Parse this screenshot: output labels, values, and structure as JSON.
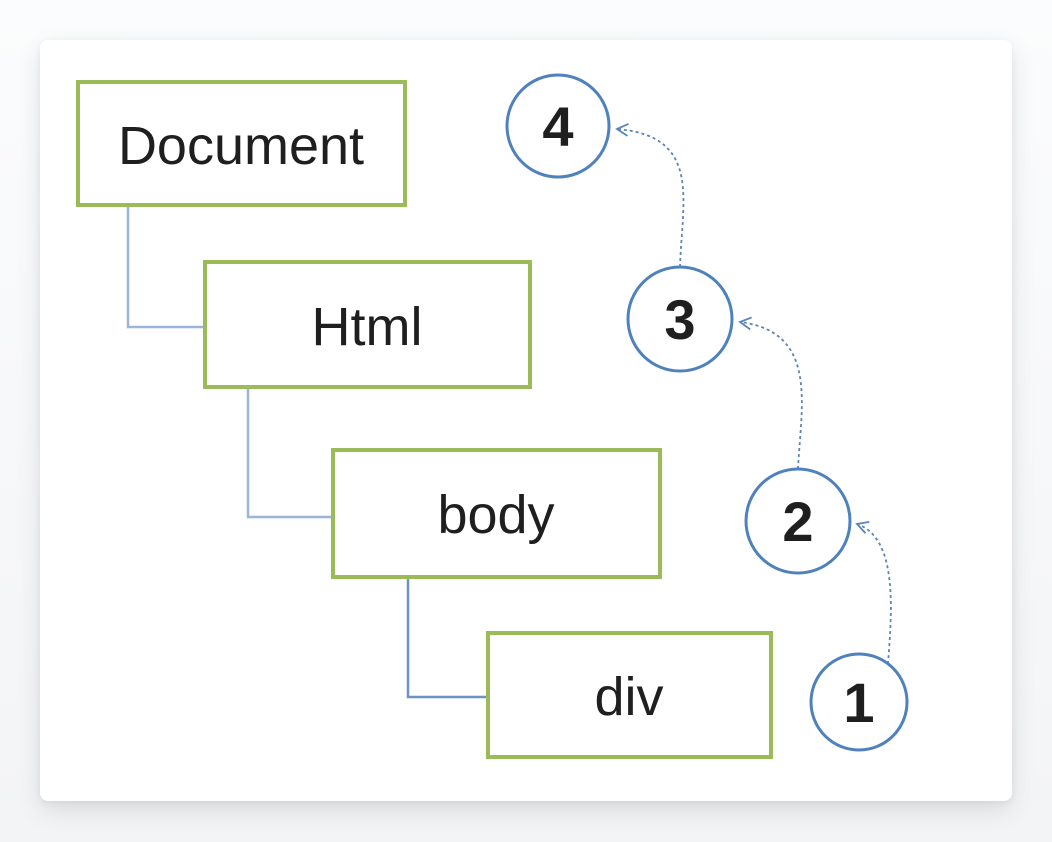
{
  "diagram": {
    "description": "DOM tree with event bubbling order",
    "nodes": [
      {
        "id": "document",
        "label": "Document"
      },
      {
        "id": "html",
        "label": "Html"
      },
      {
        "id": "body",
        "label": "body"
      },
      {
        "id": "div",
        "label": "div"
      }
    ],
    "sequence_markers": [
      {
        "id": "step-4",
        "label": "4"
      },
      {
        "id": "step-3",
        "label": "3"
      },
      {
        "id": "step-2",
        "label": "2"
      },
      {
        "id": "step-1",
        "label": "1"
      }
    ],
    "arrows": [
      {
        "from": "1",
        "to": "2"
      },
      {
        "from": "2",
        "to": "3"
      },
      {
        "from": "3",
        "to": "4"
      }
    ],
    "colors": {
      "node_border": "#9bbb59",
      "node_text": "#1f1f1f",
      "tree_connector": "#9ab5d8",
      "tree_connector_dark": "#6d92c3",
      "circle_border": "#4f81bd",
      "arrow_line": "#5b84ba",
      "canvas": "#ffffff"
    }
  }
}
